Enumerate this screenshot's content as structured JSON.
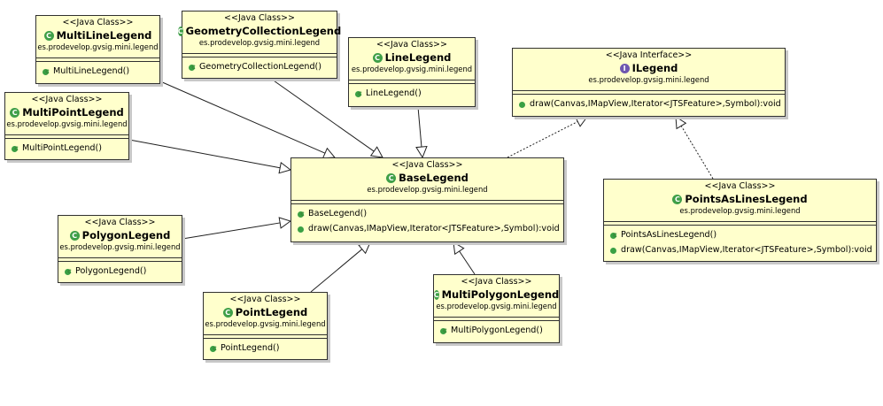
{
  "colors": {
    "class_fill": "#ffffcc",
    "border": "#303030",
    "shadow": "#c8c8c8",
    "class_glyph": "#3f9f48",
    "interface_glyph": "#6e57b0",
    "method_icon": "#3aa044"
  },
  "icons": {
    "class_glyph": "C",
    "interface_glyph": "I"
  },
  "nodes": [
    {
      "id": "multiline",
      "stereotype": "<<Java Class>>",
      "name": "MultiLineLegend",
      "package": "es.prodevelop.gvsig.mini.legend",
      "kind": "class",
      "operations": [
        {
          "text": "MultiLineLegend()",
          "constructor": true
        }
      ]
    },
    {
      "id": "geomcoll",
      "stereotype": "<<Java Class>>",
      "name": "GeometryCollectionLegend",
      "package": "es.prodevelop.gvsig.mini.legend",
      "kind": "class",
      "operations": [
        {
          "text": "GeometryCollectionLegend()",
          "constructor": true
        }
      ]
    },
    {
      "id": "line",
      "stereotype": "<<Java Class>>",
      "name": "LineLegend",
      "package": "es.prodevelop.gvsig.mini.legend",
      "kind": "class",
      "operations": [
        {
          "text": "LineLegend()",
          "constructor": true
        }
      ]
    },
    {
      "id": "ilegend",
      "stereotype": "<<Java Interface>>",
      "name": "ILegend",
      "package": "es.prodevelop.gvsig.mini.legend",
      "kind": "interface",
      "operations": [
        {
          "text": "draw(Canvas,IMapView,Iterator<JTSFeature>,Symbol):void",
          "constructor": false
        }
      ]
    },
    {
      "id": "multipoint",
      "stereotype": "<<Java Class>>",
      "name": "MultiPointLegend",
      "package": "es.prodevelop.gvsig.mini.legend",
      "kind": "class",
      "operations": [
        {
          "text": "MultiPointLegend()",
          "constructor": true
        }
      ]
    },
    {
      "id": "base",
      "stereotype": "<<Java Class>>",
      "name": "BaseLegend",
      "package": "es.prodevelop.gvsig.mini.legend",
      "kind": "class",
      "operations": [
        {
          "text": "BaseLegend()",
          "constructor": true
        },
        {
          "text": "draw(Canvas,IMapView,Iterator<JTSFeature>,Symbol):void",
          "constructor": false
        }
      ]
    },
    {
      "id": "pointsaslines",
      "stereotype": "<<Java Class>>",
      "name": "PointsAsLinesLegend",
      "package": "es.prodevelop.gvsig.mini.legend",
      "kind": "class",
      "operations": [
        {
          "text": "PointsAsLinesLegend()",
          "constructor": true
        },
        {
          "text": "draw(Canvas,IMapView,Iterator<JTSFeature>,Symbol):void",
          "constructor": false
        }
      ]
    },
    {
      "id": "polygon",
      "stereotype": "<<Java Class>>",
      "name": "PolygonLegend",
      "package": "es.prodevelop.gvsig.mini.legend",
      "kind": "class",
      "operations": [
        {
          "text": "PolygonLegend()",
          "constructor": true
        }
      ]
    },
    {
      "id": "multipolygon",
      "stereotype": "<<Java Class>>",
      "name": "MultiPolygonLegend",
      "package": "es.prodevelop.gvsig.mini.legend",
      "kind": "class",
      "operations": [
        {
          "text": "MultiPolygonLegend()",
          "constructor": true
        }
      ]
    },
    {
      "id": "point",
      "stereotype": "<<Java Class>>",
      "name": "PointLegend",
      "package": "es.prodevelop.gvsig.mini.legend",
      "kind": "class",
      "operations": [
        {
          "text": "PointLegend()",
          "constructor": true
        }
      ]
    }
  ],
  "edges": [
    {
      "from": "multiline",
      "to": "base",
      "type": "generalization"
    },
    {
      "from": "geomcoll",
      "to": "base",
      "type": "generalization"
    },
    {
      "from": "line",
      "to": "base",
      "type": "generalization"
    },
    {
      "from": "multipoint",
      "to": "base",
      "type": "generalization"
    },
    {
      "from": "polygon",
      "to": "base",
      "type": "generalization"
    },
    {
      "from": "point",
      "to": "base",
      "type": "generalization"
    },
    {
      "from": "multipolygon",
      "to": "base",
      "type": "generalization"
    },
    {
      "from": "base",
      "to": "ilegend",
      "type": "realization"
    },
    {
      "from": "pointsaslines",
      "to": "ilegend",
      "type": "realization"
    }
  ]
}
